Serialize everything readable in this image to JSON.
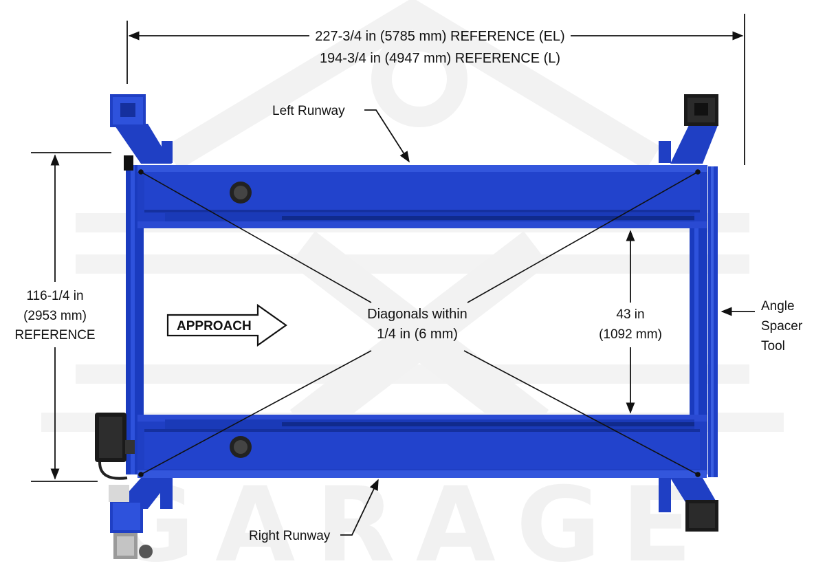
{
  "dimensions": {
    "overall_length_el": "227-3/4 in (5785 mm) REFERENCE (EL)",
    "overall_length_l": "194-3/4 in (4947 mm) REFERENCE (L)",
    "width_line1": "116-1/4 in",
    "width_line2": "(2953 mm)",
    "width_line3": "REFERENCE",
    "runway_gap_line1": "43 in",
    "runway_gap_line2": "(1092 mm)"
  },
  "labels": {
    "left_runway": "Left Runway",
    "right_runway": "Right Runway",
    "diagonals_line1": "Diagonals within",
    "diagonals_line2": "1/4 in (6 mm)",
    "approach": "APPROACH",
    "angle_spacer_line1": "Angle",
    "angle_spacer_line2": "Spacer",
    "angle_spacer_line3": "Tool"
  },
  "watermark": "GARAGE",
  "colors": {
    "lift_blue": "#1f3fc4",
    "lift_blue_dark": "#15309e",
    "lift_blue_light": "#3a5ee0",
    "post_black": "#1a1a1a",
    "line": "#111111"
  }
}
